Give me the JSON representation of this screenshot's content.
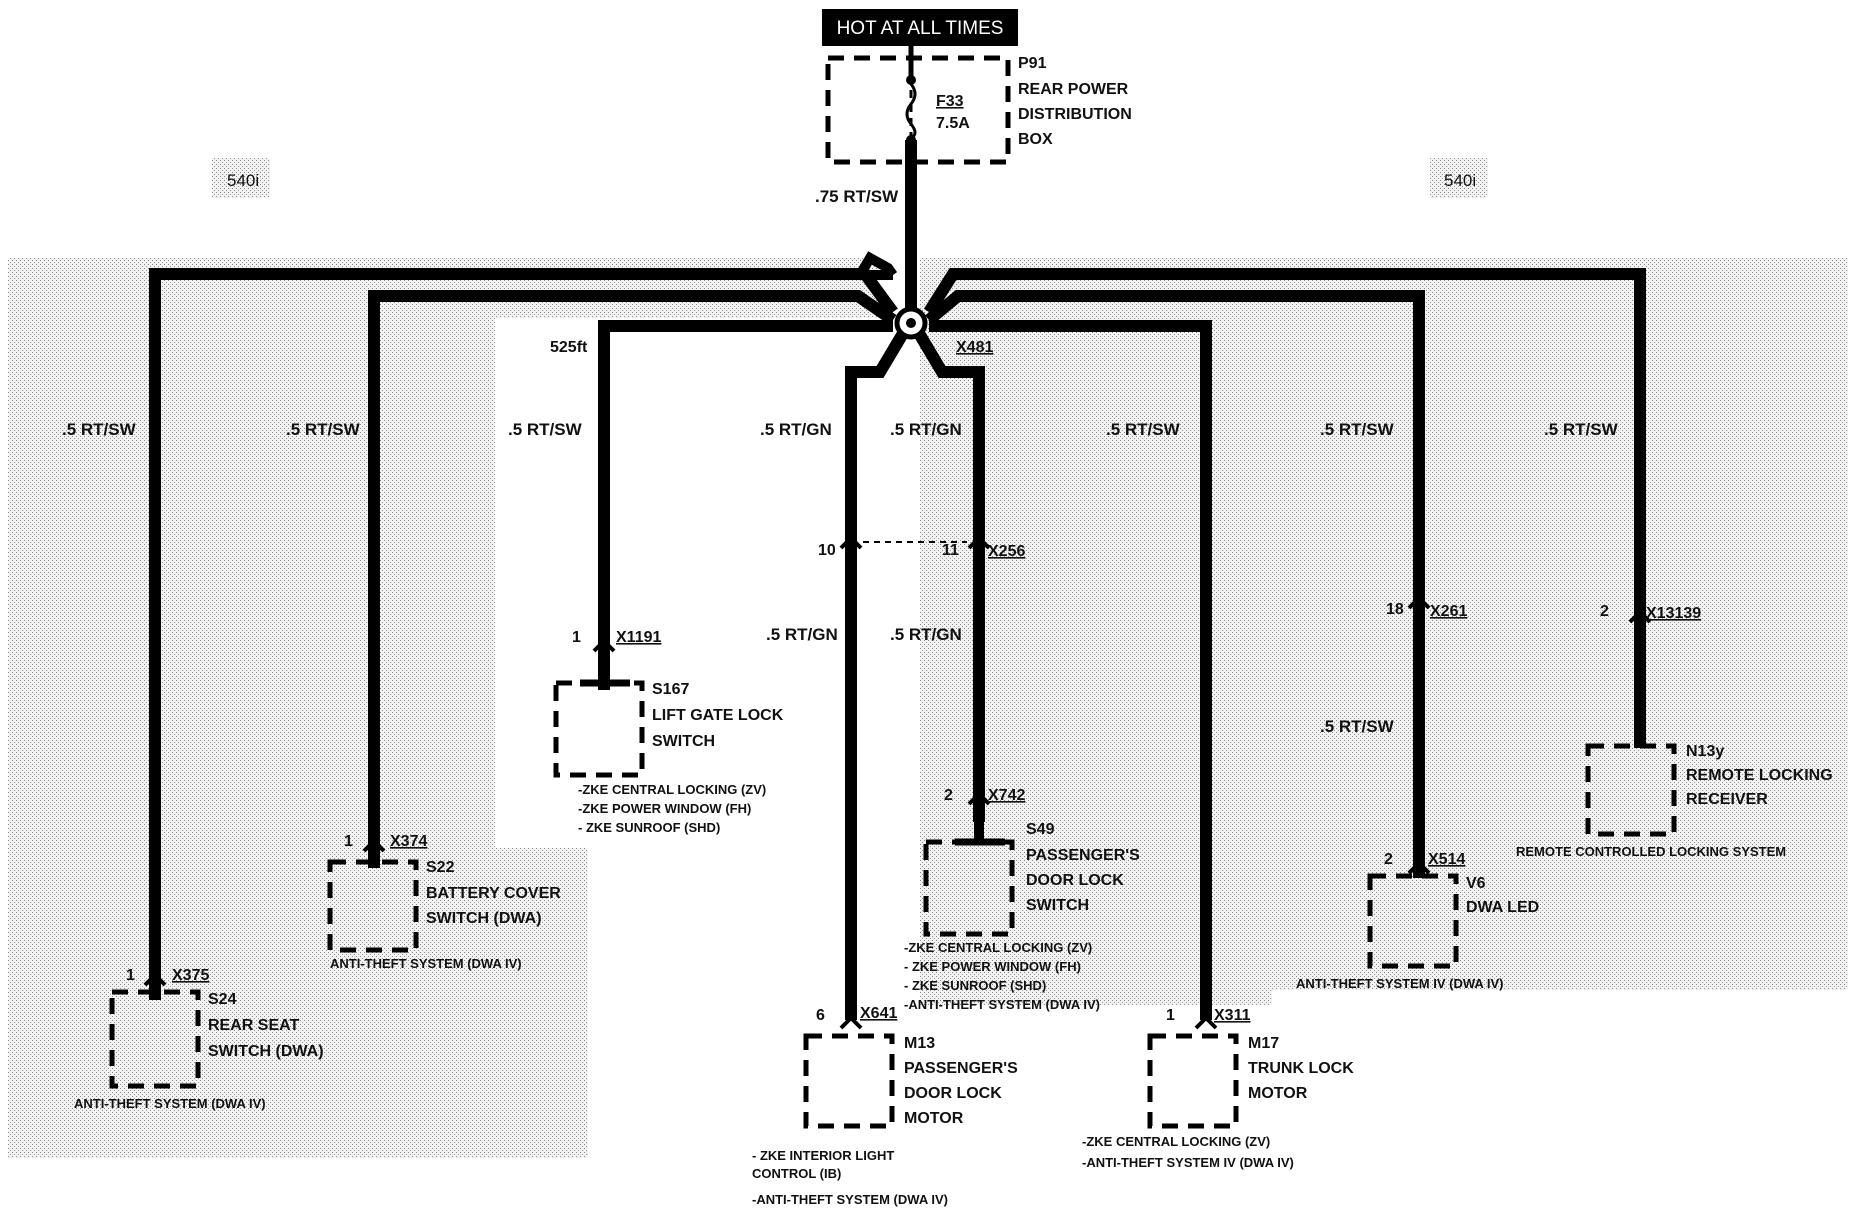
{
  "header": {
    "label": "HOT AT ALL TIMES"
  },
  "variant_labels": {
    "left": "540i",
    "right": "540i"
  },
  "fuse_box": {
    "id": "P91",
    "name_lines": [
      "REAR POWER",
      "DISTRIBUTION",
      "BOX"
    ],
    "fuse": "F33",
    "rating": "7.5A"
  },
  "main_wire": ".75 RT/SW",
  "splice": {
    "id": "X481",
    "left_tag": "525ft"
  },
  "wires": {
    "rear_seat": ".5 RT/SW",
    "battery_cover": ".5 RT/SW",
    "lift_gate": ".5 RT/SW",
    "pass_motor_upper": ".5 RT/GN",
    "pass_switch_upper": ".5 RT/GN",
    "pass_motor_lower": ".5 RT/GN",
    "pass_switch_lower": ".5 RT/GN",
    "trunk": ".5 RT/SW",
    "dwa_led_upper": ".5 RT/SW",
    "dwa_led_lower": ".5 RT/SW",
    "remote": ".5 RT/SW"
  },
  "connectors": {
    "x256": {
      "id": "X256",
      "pin_left": "10",
      "pin_right": "11"
    },
    "x1191": {
      "id": "X1191",
      "pin": "1"
    },
    "x742": {
      "id": "X742",
      "pin": "2"
    },
    "x374": {
      "id": "X374",
      "pin": "1"
    },
    "x375": {
      "id": "X375",
      "pin": "1"
    },
    "x641": {
      "id": "X641",
      "pin": "6"
    },
    "x311": {
      "id": "X311",
      "pin": "1"
    },
    "x261": {
      "id": "X261",
      "pin": "18"
    },
    "x514": {
      "id": "X514",
      "pin": "2"
    },
    "x13139": {
      "id": "X13139",
      "pin": "2"
    }
  },
  "components": {
    "s167": {
      "id": "S167",
      "lines": [
        "LIFT GATE LOCK",
        "SWITCH"
      ],
      "notes": [
        "-ZKE CENTRAL LOCKING (ZV)",
        "-ZKE POWER WINDOW (FH)",
        "- ZKE SUNROOF (SHD)"
      ]
    },
    "s49": {
      "id": "S49",
      "lines": [
        "PASSENGER'S",
        "DOOR LOCK",
        "SWITCH"
      ],
      "notes": [
        "-ZKE CENTRAL LOCKING (ZV)",
        "- ZKE POWER WINDOW (FH)",
        "- ZKE SUNROOF (SHD)",
        "-ANTI-THEFT SYSTEM (DWA IV)"
      ]
    },
    "s22": {
      "id": "S22",
      "lines": [
        "BATTERY COVER",
        "SWITCH (DWA)"
      ],
      "notes": [
        "ANTI-THEFT SYSTEM (DWA IV)"
      ]
    },
    "s24": {
      "id": "S24",
      "lines": [
        "REAR SEAT",
        "SWITCH (DWA)"
      ],
      "notes": [
        "ANTI-THEFT SYSTEM (DWA IV)"
      ]
    },
    "m13": {
      "id": "M13",
      "lines": [
        "PASSENGER'S",
        "DOOR LOCK",
        "MOTOR"
      ],
      "notes": [
        "- ZKE  INTERIOR LIGHT",
        "  CONTROL (IB)",
        "-ANTI-THEFT SYSTEM (DWA IV)"
      ]
    },
    "m17": {
      "id": "M17",
      "lines": [
        "TRUNK LOCK",
        "MOTOR"
      ],
      "notes": [
        "-ZKE CENTRAL LOCKING (ZV)",
        "-ANTI-THEFT SYSTEM IV (DWA IV)"
      ]
    },
    "v6": {
      "id": "V6",
      "lines": [
        "DWA LED"
      ],
      "notes": [
        "ANTI-THEFT SYSTEM IV (DWA IV)"
      ]
    },
    "n13y": {
      "id": "N13y",
      "lines": [
        "REMOTE LOCKING",
        "RECEIVER"
      ],
      "notes": [
        "REMOTE CONTROLLED LOCKING SYSTEM"
      ]
    }
  }
}
